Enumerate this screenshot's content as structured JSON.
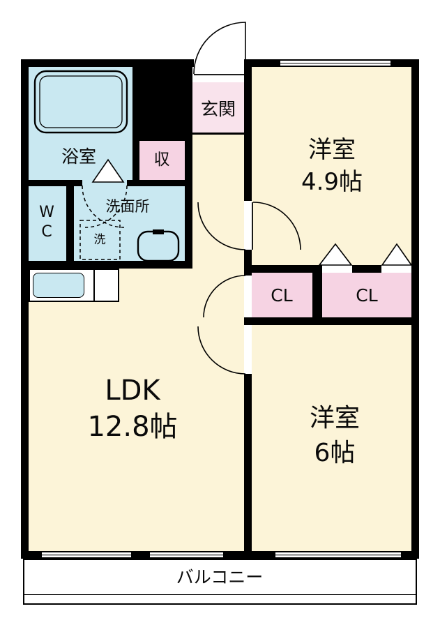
{
  "colors": {
    "bg": "#ffffff",
    "wall": "#000000",
    "room": "#fcf4d8",
    "wet": "#c9e8f1",
    "closet": "#f6d3e3",
    "entry": "#f9e3ec"
  },
  "rooms": {
    "entrance": {
      "label": "玄関"
    },
    "western_room_1": {
      "name": "洋室",
      "size": "4.9帖"
    },
    "bathroom": {
      "label": "浴室"
    },
    "storage": {
      "label": "収"
    },
    "toilet": {
      "label": "WC"
    },
    "washroom": {
      "label": "洗面所"
    },
    "laundry": {
      "label": "洗"
    },
    "closet_1": {
      "label": "CL"
    },
    "closet_2": {
      "label": "CL"
    },
    "ldk": {
      "name": "LDK",
      "size": "12.8帖"
    },
    "western_room_2": {
      "name": "洋室",
      "size": "6帖"
    },
    "balcony": {
      "label": "バルコニー"
    }
  }
}
